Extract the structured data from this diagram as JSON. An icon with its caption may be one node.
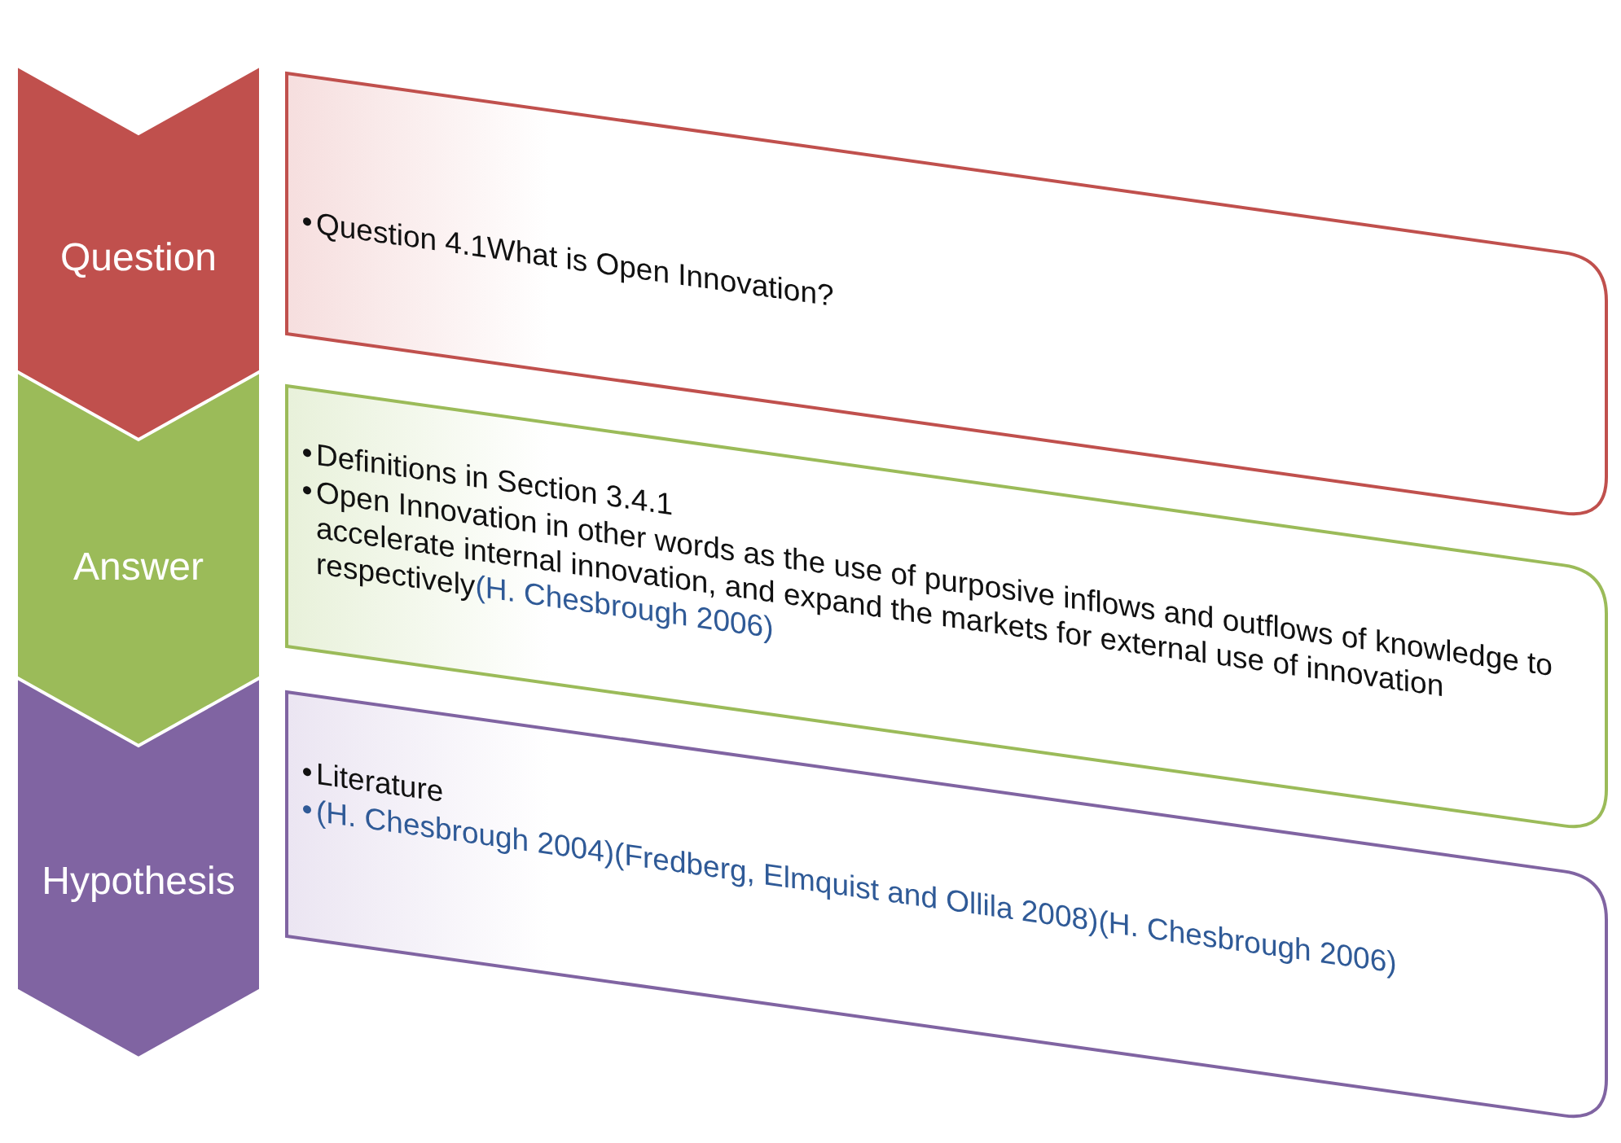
{
  "diagram": {
    "nodes": [
      {
        "text": [
          "Question"
        ]
      },
      {
        "text": [
          "Question 4.1What is Open Innovation?"
        ]
      },
      {
        "text": [
          "Answer"
        ]
      },
      {
        "text": [
          "Definitions in Section 3.4.1",
          "Open Innovation in other words as the use of purposive inflows and outflows of knowledge to accelerate internal innovation, and expand the markets for external use of innovation respectively",
          "(H. Chesbrough 2006)"
        ]
      },
      {
        "text": [
          "Hypothesis"
        ]
      },
      {
        "text": [
          "Literature",
          "(H. Chesbrough 2004)(Fredberg, Elmquist and Ollila 2008)(H. Chesbrough 2006)"
        ]
      }
    ]
  }
}
